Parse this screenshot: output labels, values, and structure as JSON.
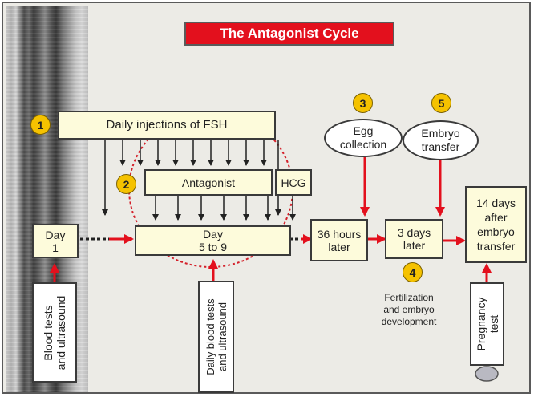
{
  "title": "The Antagonist Cycle",
  "steps": {
    "s1": "1",
    "s2": "2",
    "s3": "3",
    "s4": "4",
    "s5": "5"
  },
  "boxes": {
    "fsh": "Daily injections of FSH",
    "antagonist": "Antagonist",
    "hcg": "HCG",
    "day1_l1": "Day",
    "day1_l2": "1",
    "day59_l1": "Day",
    "day59_l2": "5 to 9",
    "h36_l1": "36 hours",
    "h36_l2": "later",
    "d3_l1": "3 days",
    "d3_l2": "later",
    "d14_l1": "14 days",
    "d14_l2": "after",
    "d14_l3": "embryo",
    "d14_l4": "transfer"
  },
  "ovals": {
    "egg_l1": "Egg",
    "egg_l2": "collection",
    "embryo_l1": "Embryo",
    "embryo_l2": "transfer"
  },
  "vertical_labels": {
    "blood_l1": "Blood tests",
    "blood_l2": "and ultrasound",
    "daily_l1": "Daily blood tests",
    "daily_l2": "and ultrasound",
    "preg_l1": "Pregnancy",
    "preg_l2": "test"
  },
  "notes": {
    "fert_l1": "Fertilization",
    "fert_l2": "and embryo",
    "fert_l3": "development"
  },
  "colors": {
    "title_bg": "#e3101d",
    "arrow_red": "#e3101d",
    "box_fill": "#fdfbdb",
    "step_badge": "#f5c200",
    "dashed_circle": "#d4202a"
  }
}
